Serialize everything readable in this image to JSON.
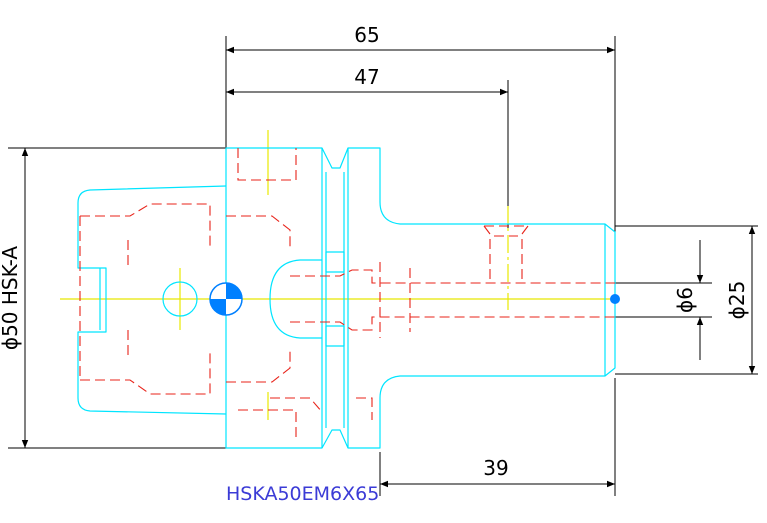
{
  "drawing": {
    "title": "HSKA50EM6X65",
    "dimensions": {
      "overall_length": "65",
      "shank_to_hole": "47",
      "projection_length": "39",
      "flange_diameter": "ϕ50 HSK-A",
      "bore_diameter": "ϕ6",
      "nose_diameter": "ϕ25"
    },
    "colors": {
      "outline": "#00e5ff",
      "hidden_lines": "#e8231a",
      "center_lines": "#e8e800",
      "dimensions": "#000000",
      "title": "#3b3bd6",
      "center_marker": "#0080ff"
    }
  }
}
